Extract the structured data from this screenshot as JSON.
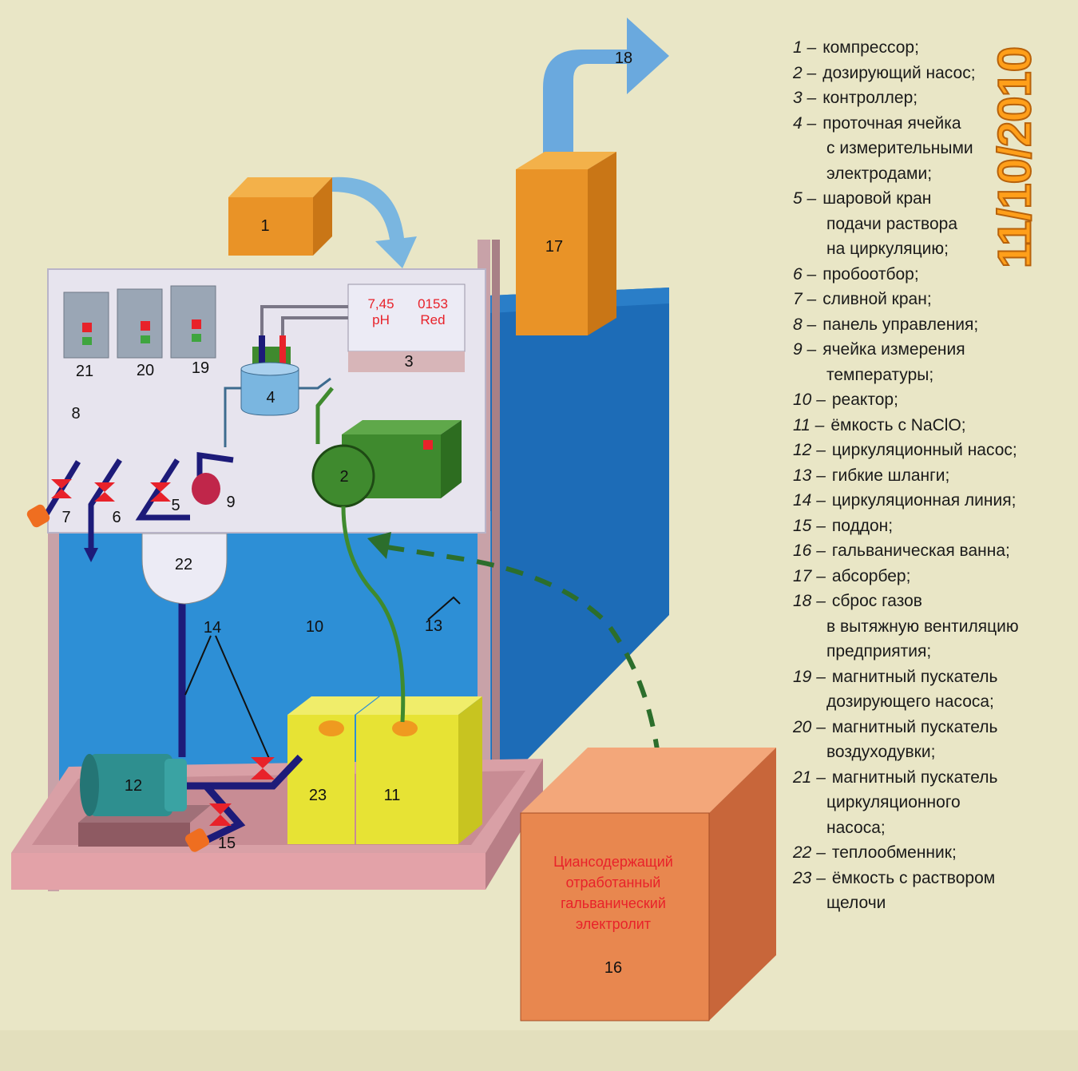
{
  "date_stamp": "11/10/2010",
  "units": {
    "u1": "1",
    "u2": "2",
    "u3": "3",
    "u4": "4",
    "u5": "5",
    "u6": "6",
    "u7": "7",
    "u8": "8",
    "u9": "9",
    "u10": "10",
    "u11": "11",
    "u12": "12",
    "u13": "13",
    "u14": "14",
    "u15": "15",
    "u16": "16",
    "u17": "17",
    "u18": "18",
    "u19": "19",
    "u20": "20",
    "u21": "21",
    "u22": "22",
    "u23": "23"
  },
  "controller_display": {
    "ph_value": "7,45",
    "ph_label": "pH",
    "redox_value": "0153",
    "redox_label": "Red"
  },
  "bath_label": "Циансодержащий отработанный гальванический электролит",
  "bath_label_lines": [
    "Циансодержащий",
    "отработанный",
    "гальванический",
    "электролит"
  ],
  "legend": [
    {
      "num": "1",
      "lines": [
        "компрессор;"
      ]
    },
    {
      "num": "2",
      "lines": [
        "дозирующий насос;"
      ]
    },
    {
      "num": "3",
      "lines": [
        "контроллер;"
      ]
    },
    {
      "num": "4",
      "lines": [
        "проточная ячейка",
        "с измерительными",
        "электродами;"
      ]
    },
    {
      "num": "5",
      "lines": [
        "шаровой кран",
        "подачи раствора",
        "на циркуляцию;"
      ]
    },
    {
      "num": "6",
      "lines": [
        "пробоотбор;"
      ]
    },
    {
      "num": "7",
      "lines": [
        "сливной кран;"
      ]
    },
    {
      "num": "8",
      "lines": [
        "панель управления;"
      ]
    },
    {
      "num": "9",
      "lines": [
        "ячейка измерения",
        "температуры;"
      ]
    },
    {
      "num": "10",
      "lines": [
        "реактор;"
      ]
    },
    {
      "num": "11",
      "lines": [
        "ёмкость с NaClO;"
      ]
    },
    {
      "num": "12",
      "lines": [
        "циркуляционный насос;"
      ]
    },
    {
      "num": "13",
      "lines": [
        "гибкие шланги;"
      ]
    },
    {
      "num": "14",
      "lines": [
        "циркуляционная линия;"
      ]
    },
    {
      "num": "15",
      "lines": [
        "поддон;"
      ]
    },
    {
      "num": "16",
      "lines": [
        "гальваническая ванна;"
      ]
    },
    {
      "num": "17",
      "lines": [
        "абсорбер;"
      ]
    },
    {
      "num": "18",
      "lines": [
        "сброс газов",
        "в вытяжную вентиляцию",
        "предприятия;"
      ]
    },
    {
      "num": "19",
      "lines": [
        "магнитный пускатель",
        "дозирующего насоса;"
      ]
    },
    {
      "num": "20",
      "lines": [
        "магнитный пускатель",
        "воздуходувки;"
      ]
    },
    {
      "num": "21",
      "lines": [
        "магнитный пускатель",
        "циркуляционного",
        "насоса;"
      ]
    },
    {
      "num": "22",
      "lines": [
        "теплообменник;"
      ]
    },
    {
      "num": "23",
      "lines": [
        "ёмкость с раствором",
        "щелочи"
      ]
    }
  ],
  "colors": {
    "background": "#e9e6c6",
    "reactor_blue": "#2d8fd6",
    "reactor_side": "#1d6cb7",
    "panel": "#e7e4ee",
    "orange_box": "#e99327",
    "bath": "#e8874f",
    "tray": "#e3a2a8",
    "pipe": "#1d1b79",
    "valve": "#e8222a",
    "green_pump": "#3f8a2e",
    "yellow_tank": "#e7e334",
    "arrow_blue": "#7ab6e0"
  },
  "icons": [
    "valve-icon",
    "pump-icon",
    "arrow-icon",
    "starter-icon"
  ]
}
